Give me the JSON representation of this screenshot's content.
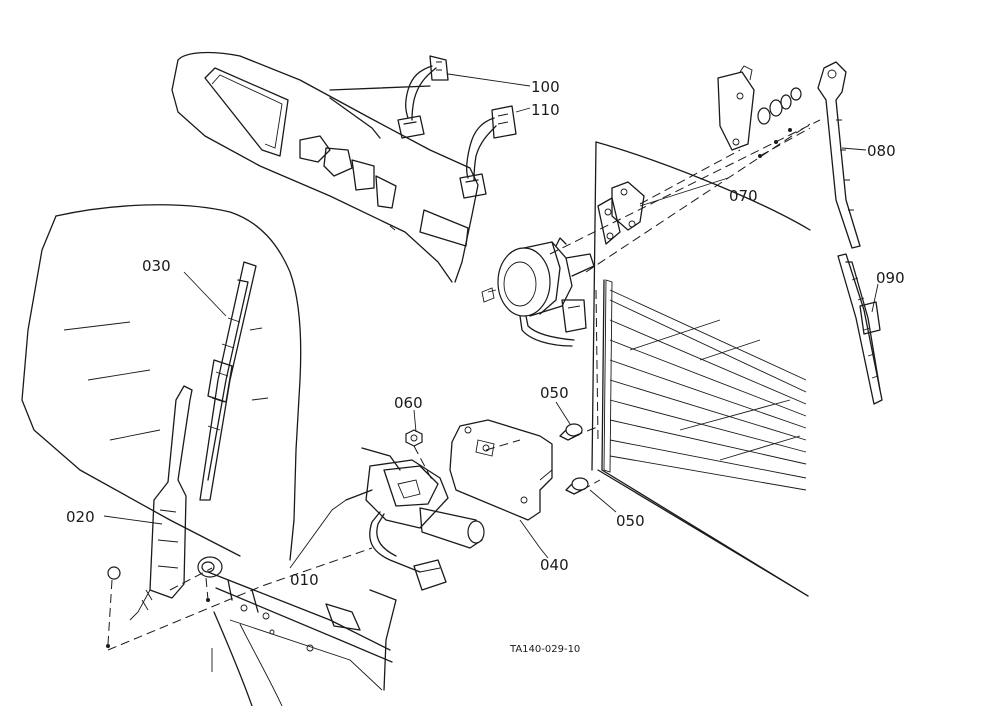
{
  "diagram": {
    "reference_code": "TA140-029-10",
    "callouts": [
      {
        "id": "c100",
        "label": "100"
      },
      {
        "id": "c110",
        "label": "110"
      },
      {
        "id": "c080",
        "label": "080"
      },
      {
        "id": "c070",
        "label": "070"
      },
      {
        "id": "c090",
        "label": "090"
      },
      {
        "id": "c030",
        "label": "030"
      },
      {
        "id": "c060",
        "label": "060"
      },
      {
        "id": "c050a",
        "label": "050"
      },
      {
        "id": "c050b",
        "label": "050"
      },
      {
        "id": "c020",
        "label": "020"
      },
      {
        "id": "c010",
        "label": "010"
      },
      {
        "id": "c040",
        "label": "040"
      }
    ]
  }
}
